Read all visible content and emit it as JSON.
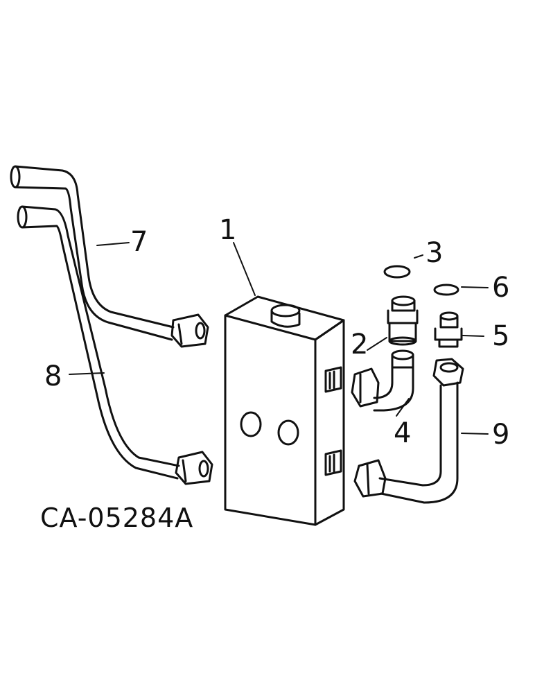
{
  "drawing_code": "CA-05284A",
  "callouts": {
    "c1": "1",
    "c2": "2",
    "c3": "3",
    "c4": "4",
    "c5": "5",
    "c6": "6",
    "c7": "7",
    "c8": "8",
    "c9": "9"
  }
}
